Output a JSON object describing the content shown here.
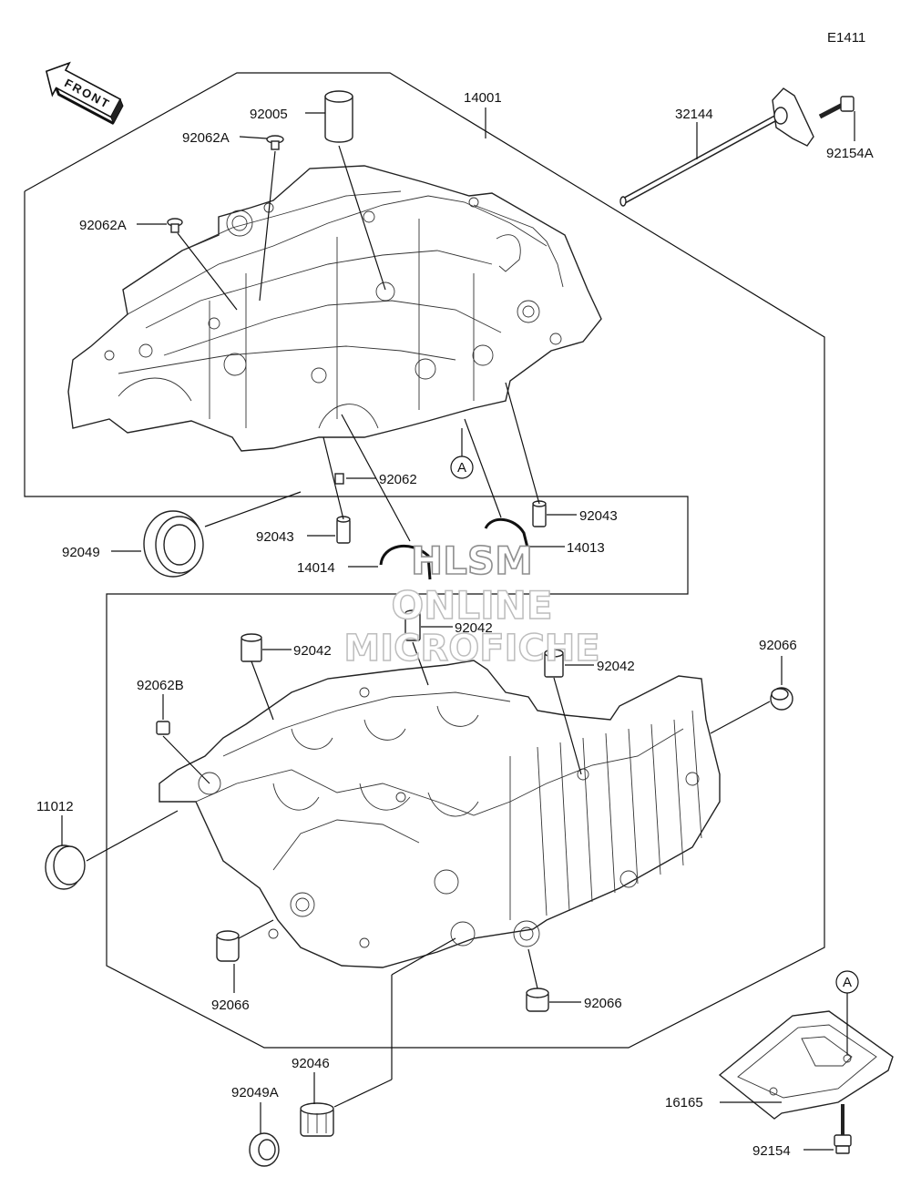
{
  "diagram_code": "E1411",
  "front_arrow": "FRONT",
  "watermark": {
    "line1": "HLSM",
    "line2": "ONLINE",
    "line3": "MICROFICHE"
  },
  "ref_marker": "A",
  "parts": {
    "p14001": "14001",
    "p92005": "92005",
    "p32144": "32144",
    "p92154A": "92154A",
    "p92062A_1": "92062A",
    "p92062A_2": "92062A",
    "p92062": "92062",
    "p92043_r": "92043",
    "p92043_l": "92043",
    "p92049": "92049",
    "p14014": "14014",
    "p14013": "14013",
    "p92042_c": "92042",
    "p92042_l": "92042",
    "p92042_r": "92042",
    "p92066_tr": "92066",
    "p92062B": "92062B",
    "p11012": "11012",
    "p92066_l": "92066",
    "p92066_b": "92066",
    "p92046": "92046",
    "p92049A": "92049A",
    "p16165": "16165",
    "p92154": "92154"
  }
}
